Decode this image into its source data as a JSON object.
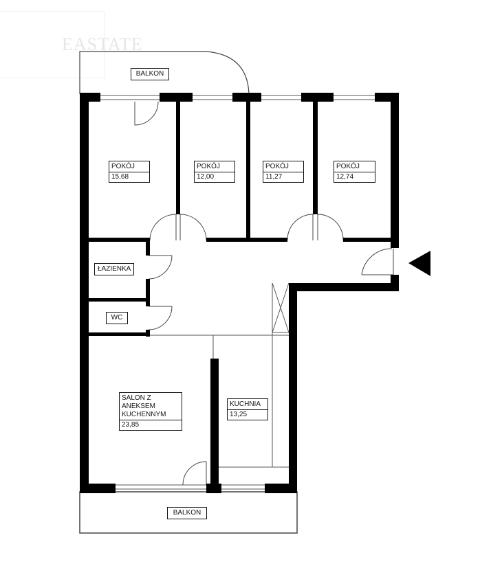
{
  "watermark": "EASTATE",
  "colors": {
    "wall": "#000000",
    "line": "#555555",
    "background": "#ffffff"
  },
  "rooms": [
    {
      "id": "pokoj1",
      "name": "POKÓJ",
      "area": "15,68"
    },
    {
      "id": "pokoj2",
      "name": "POKÓJ",
      "area": "12,00"
    },
    {
      "id": "pokoj3",
      "name": "POKÓJ",
      "area": "11,27"
    },
    {
      "id": "pokoj4",
      "name": "POKÓJ",
      "area": "12,74"
    },
    {
      "id": "lazienka",
      "name": "ŁAZIENKA"
    },
    {
      "id": "wc",
      "name": "WC"
    },
    {
      "id": "salon",
      "name": "SALON Z ANEKSEM KUCHENNYM",
      "area": "23,85"
    },
    {
      "id": "kuchnia",
      "name": "KUCHNIA",
      "area": "13,25"
    }
  ],
  "balconies": {
    "top": "BALKON",
    "bottom": "BALKON"
  },
  "entrance_icon": "triangle-left-icon"
}
